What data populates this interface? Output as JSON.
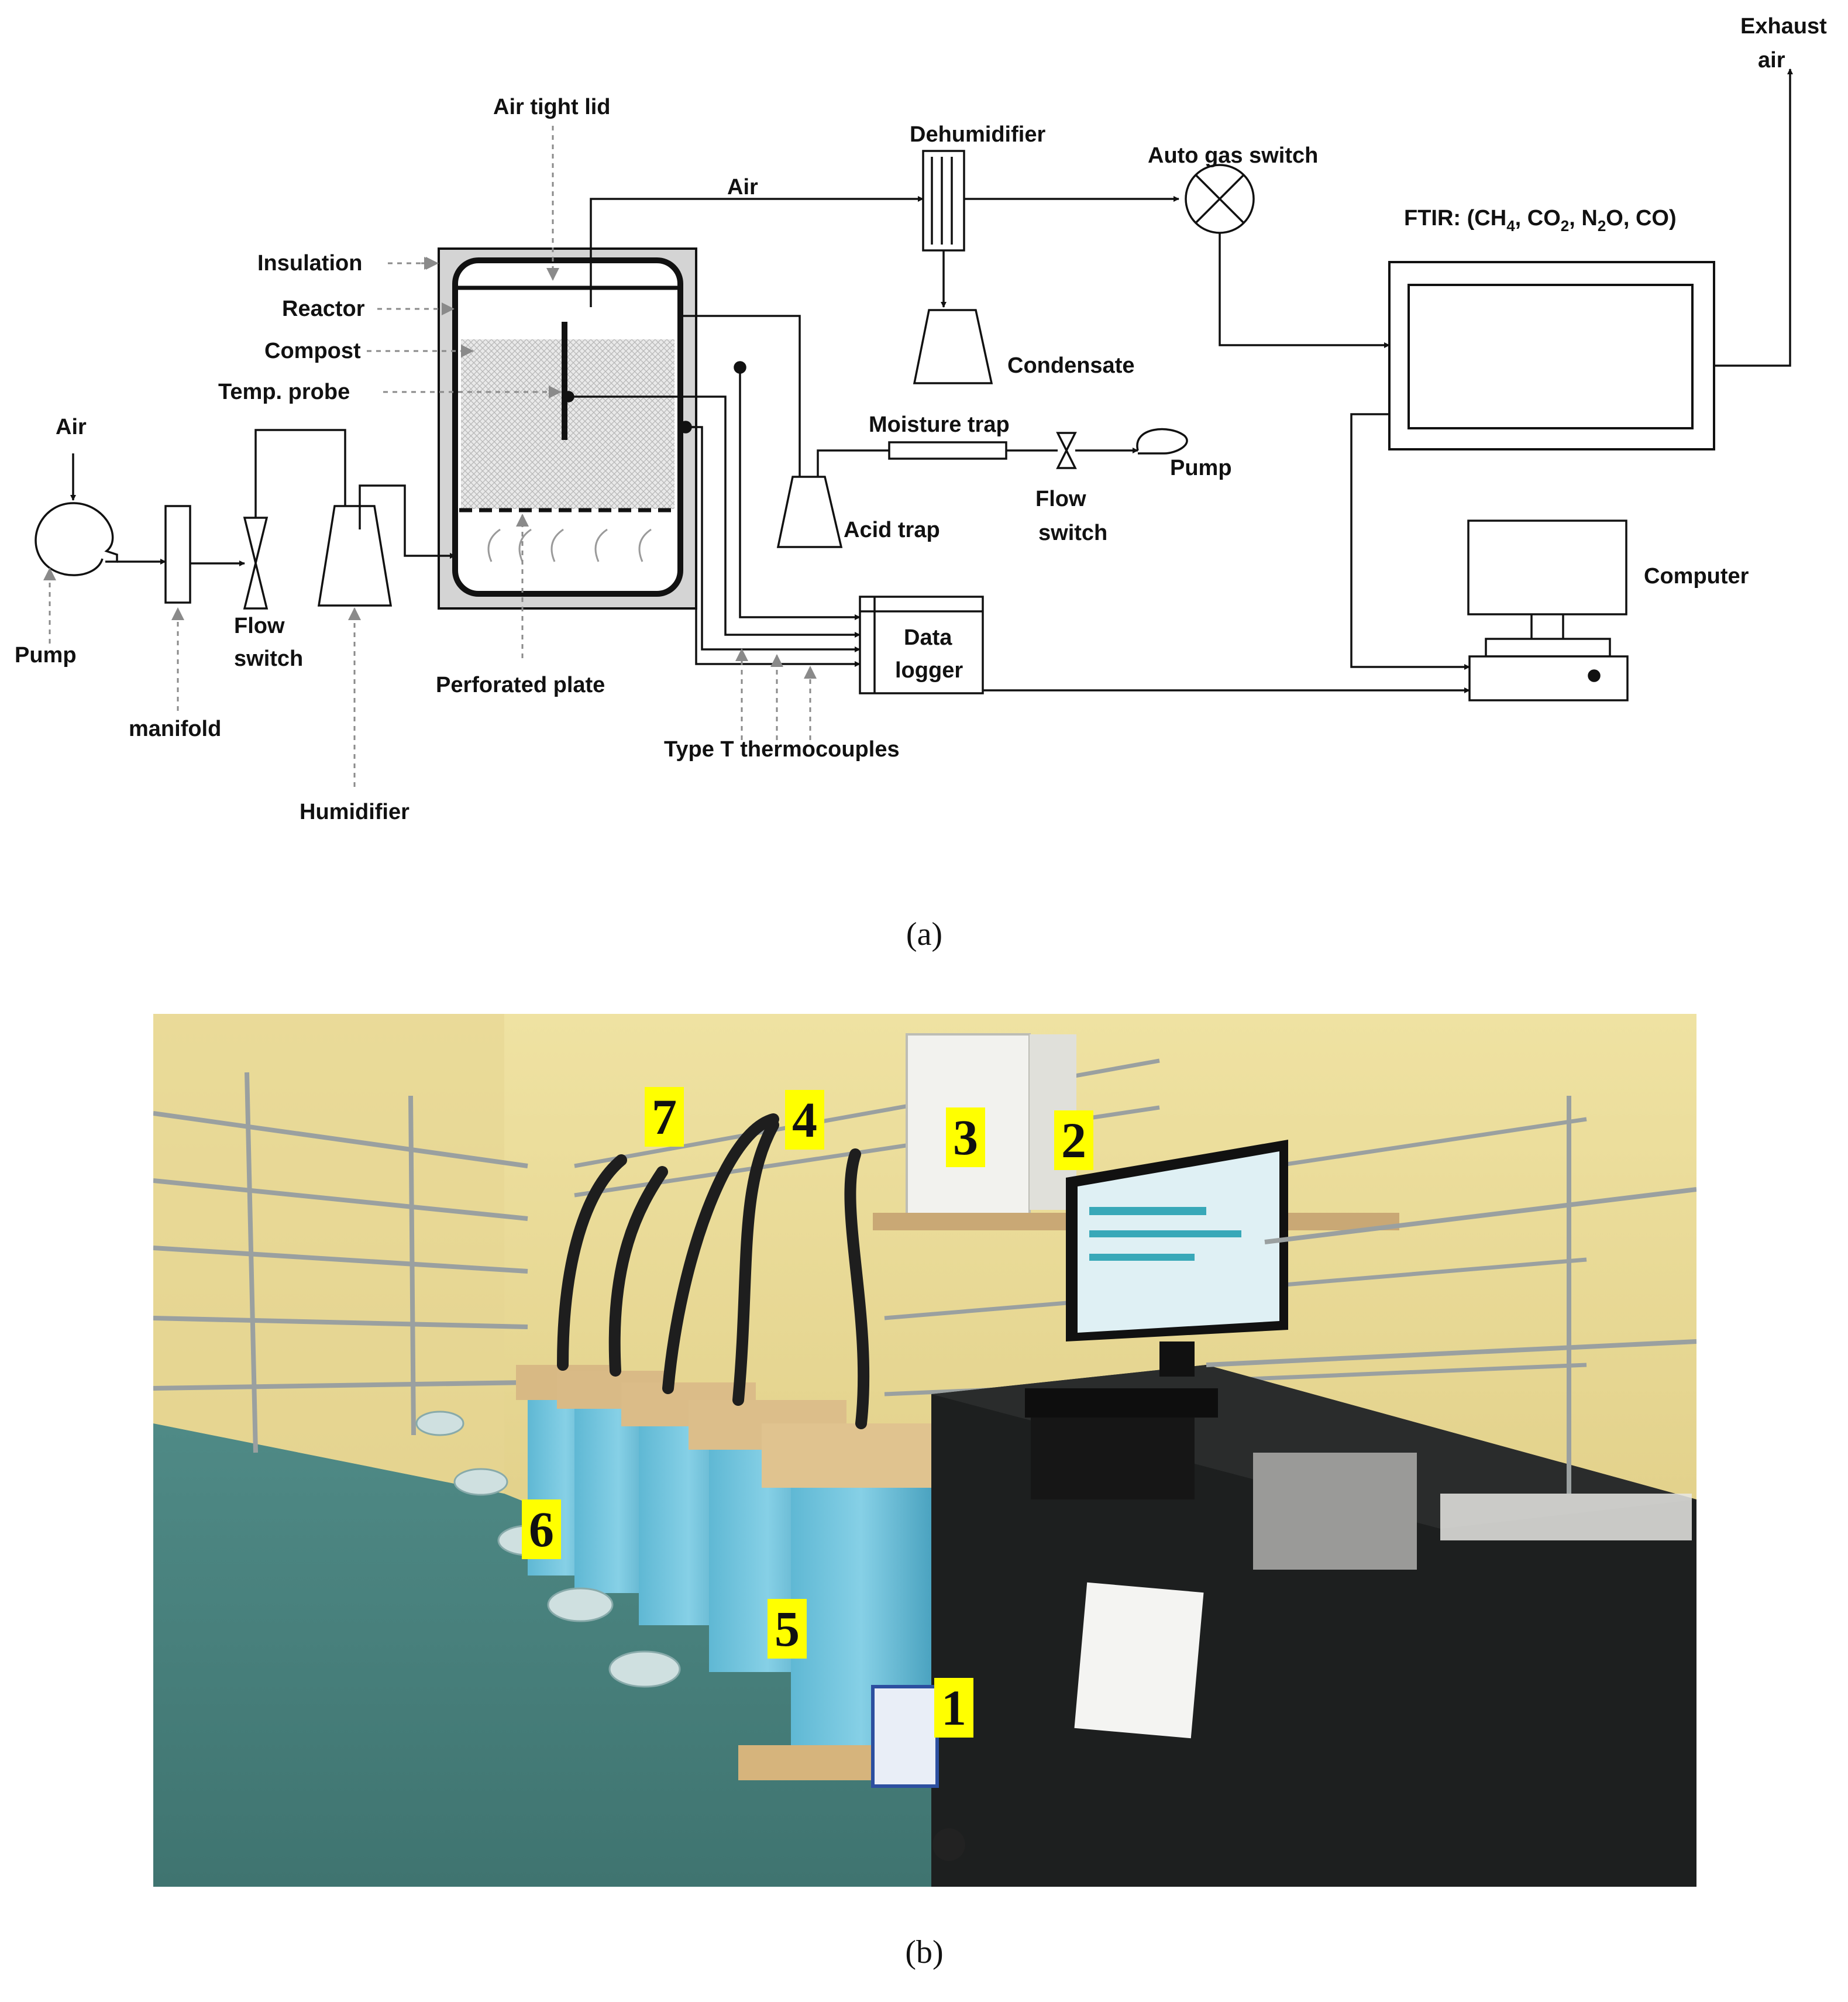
{
  "panel_a": {
    "labels": {
      "exhaust_line1": "Exhaust",
      "exhaust_line2": "air",
      "air_tight_lid": "Air tight lid",
      "dehumidifier": "Dehumidifier",
      "air_top": "Air",
      "auto_gas_switch": "Auto gas switch",
      "ftir": "FTIR: (CH4, CO2, N2O, CO)",
      "insulation": "Insulation",
      "reactor": "Reactor",
      "compost": "Compost",
      "temp_probe": "Temp. probe",
      "condensate": "Condensate",
      "moisture_trap": "Moisture trap",
      "pump_right": "Pump",
      "flow_switch_mid_1": "Flow",
      "flow_switch_mid_2": "switch",
      "acid_trap": "Acid trap",
      "air_left": "Air",
      "pump_left": "Pump",
      "flow_switch_left_1": "Flow",
      "flow_switch_left_2": "switch",
      "manifold": "manifold",
      "humidifier": "Humidifier",
      "perforated_plate": "Perforated plate",
      "data_logger_1": "Data",
      "data_logger_2": "logger",
      "type_t": "Type T thermocouples",
      "computer": "Computer"
    },
    "caption": "(a)"
  },
  "panel_b": {
    "markers": [
      "1",
      "2",
      "3",
      "4",
      "5",
      "6",
      "7"
    ],
    "caption": "(b)"
  }
}
